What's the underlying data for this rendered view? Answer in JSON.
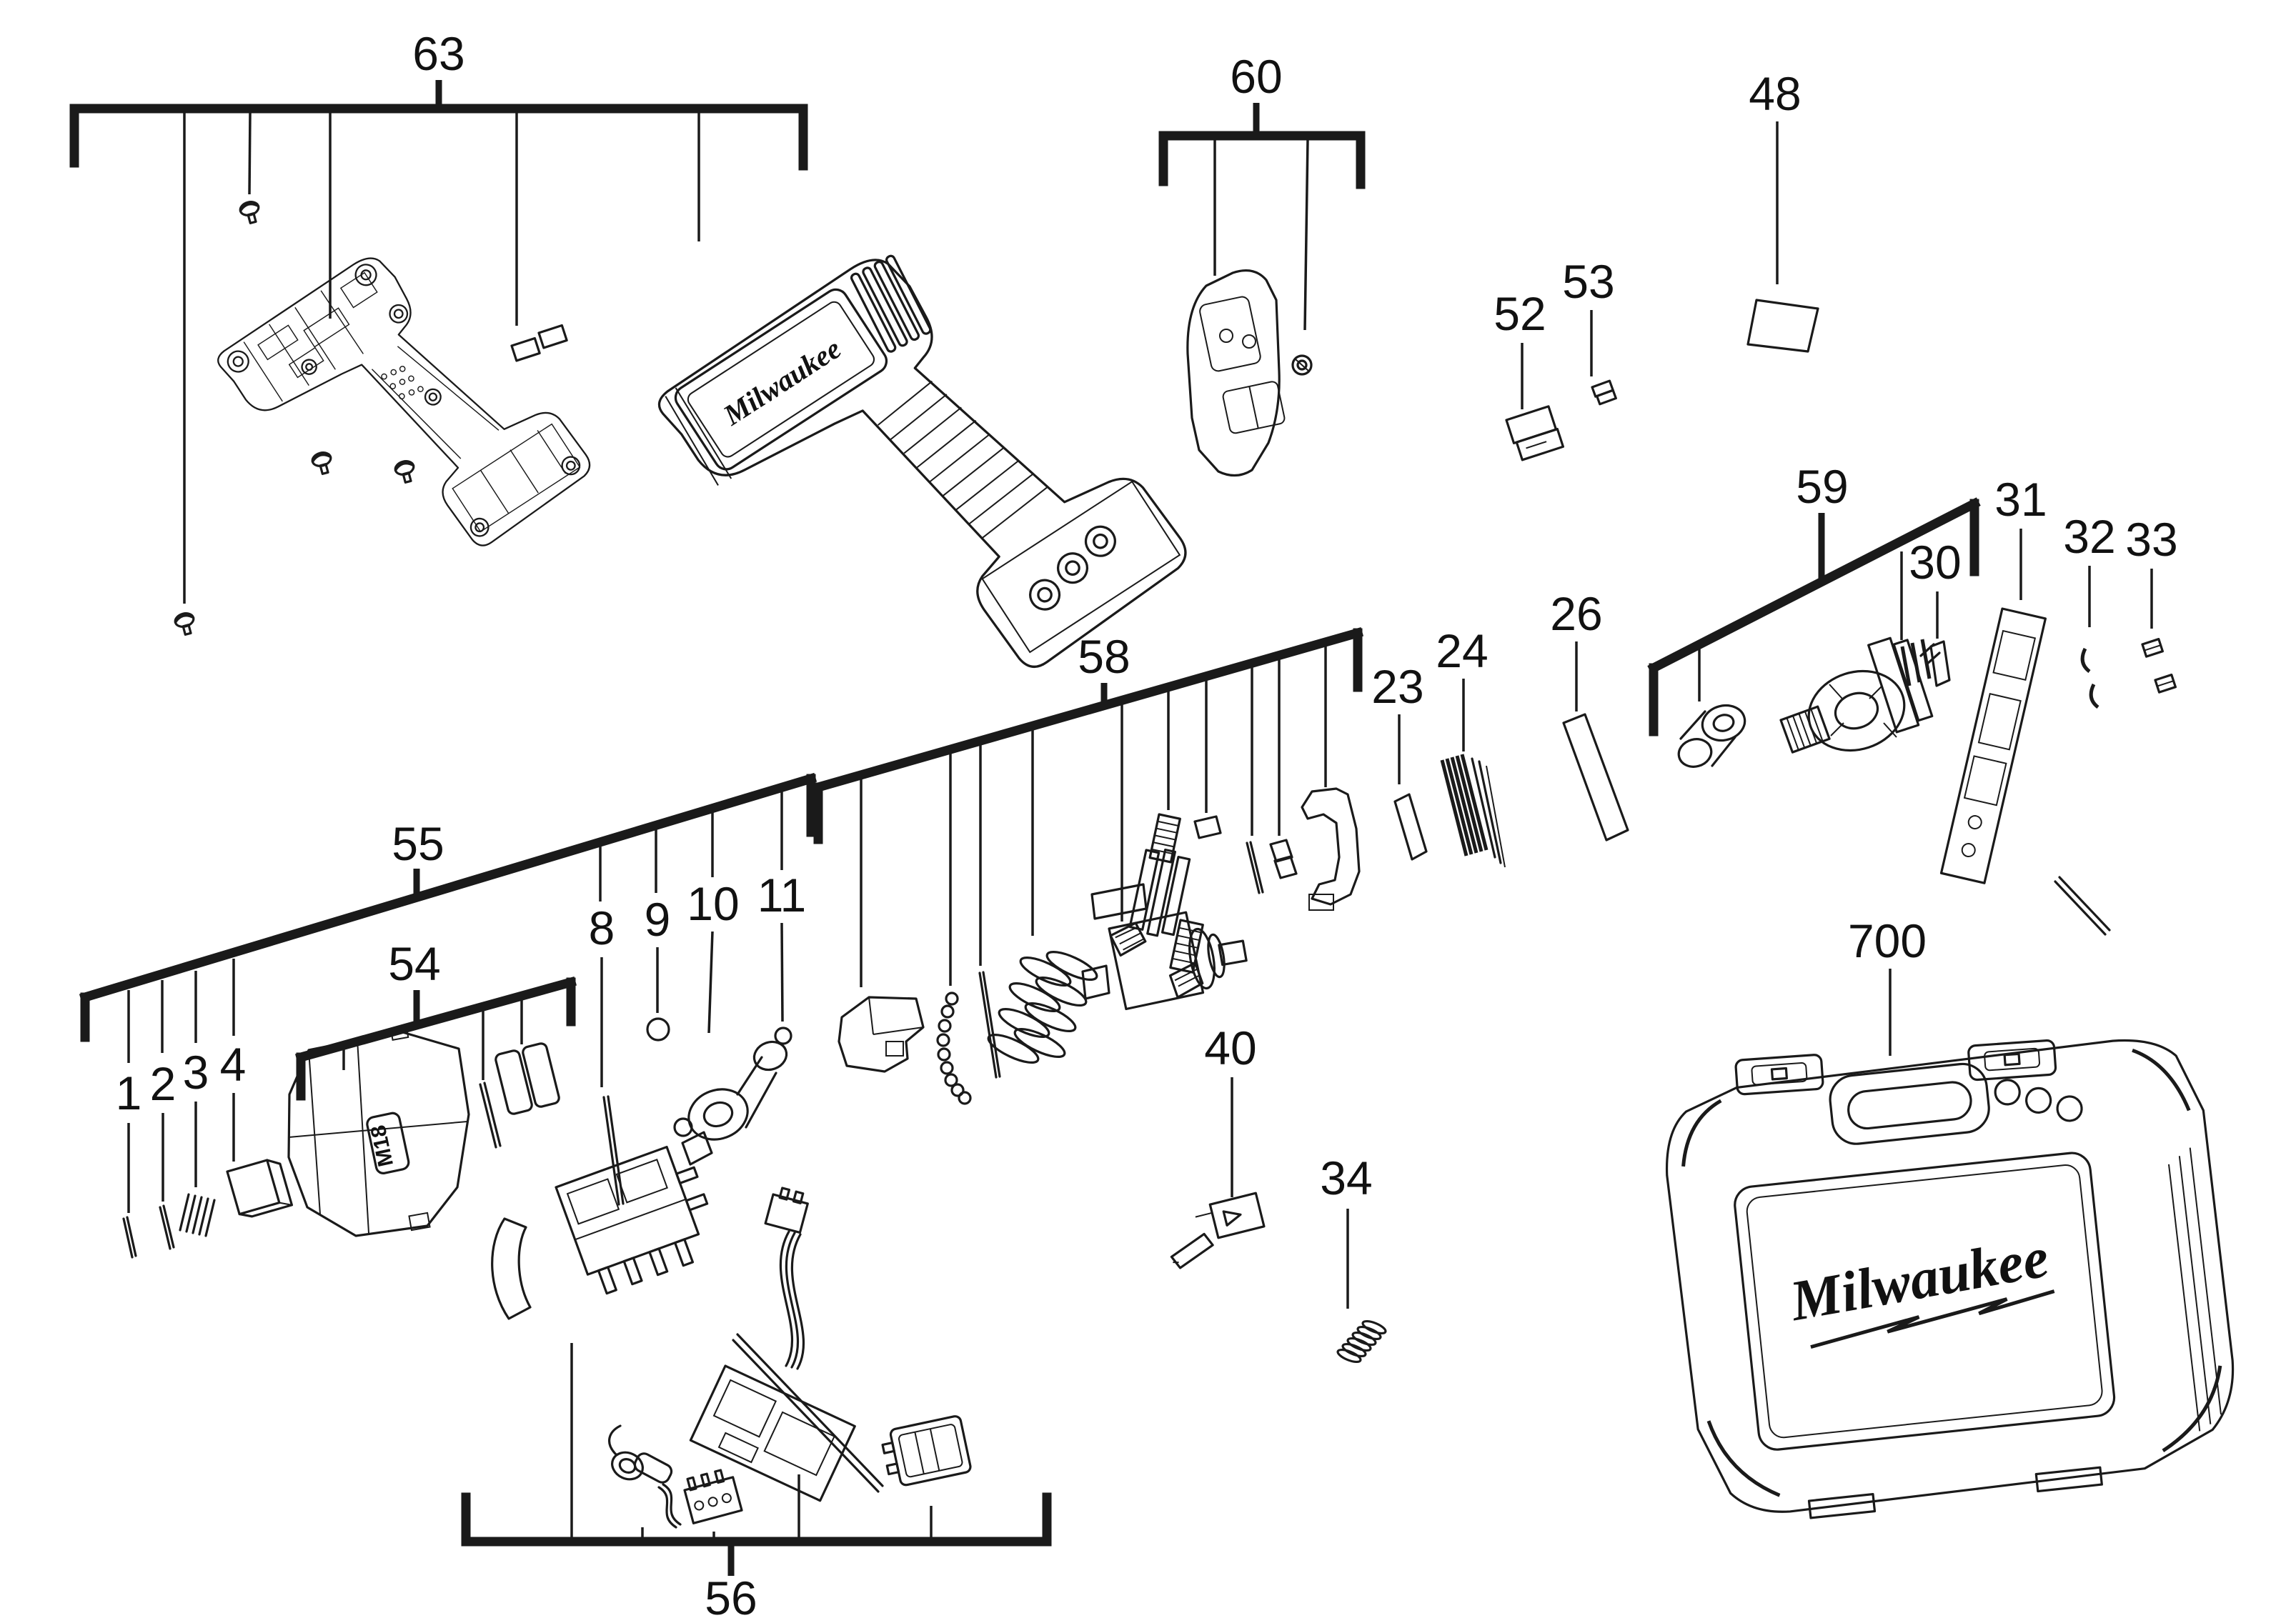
{
  "figure": {
    "type": "exploded-parts-diagram",
    "background_color": "#ffffff",
    "line_color": "#1a1a1a"
  },
  "brand": {
    "case_logo_text": "Milwaukee",
    "housing_logo_text": "Milwaukee",
    "gearbox_badge_text": "M18"
  },
  "part_labels": {
    "n1": "1",
    "n2": "2",
    "n3": "3",
    "n4": "4",
    "n8": "8",
    "n9": "9",
    "n10": "10",
    "n11": "11",
    "n23": "23",
    "n24": "24",
    "n26": "26",
    "n30": "30",
    "n31": "31",
    "n32": "32",
    "n33": "33",
    "n34": "34",
    "n40": "40",
    "n48": "48",
    "n52": "52",
    "n53": "53",
    "n54": "54",
    "n55": "55",
    "n56": "56",
    "n58": "58",
    "n59": "59",
    "n60": "60",
    "n63": "63",
    "n700": "700"
  }
}
